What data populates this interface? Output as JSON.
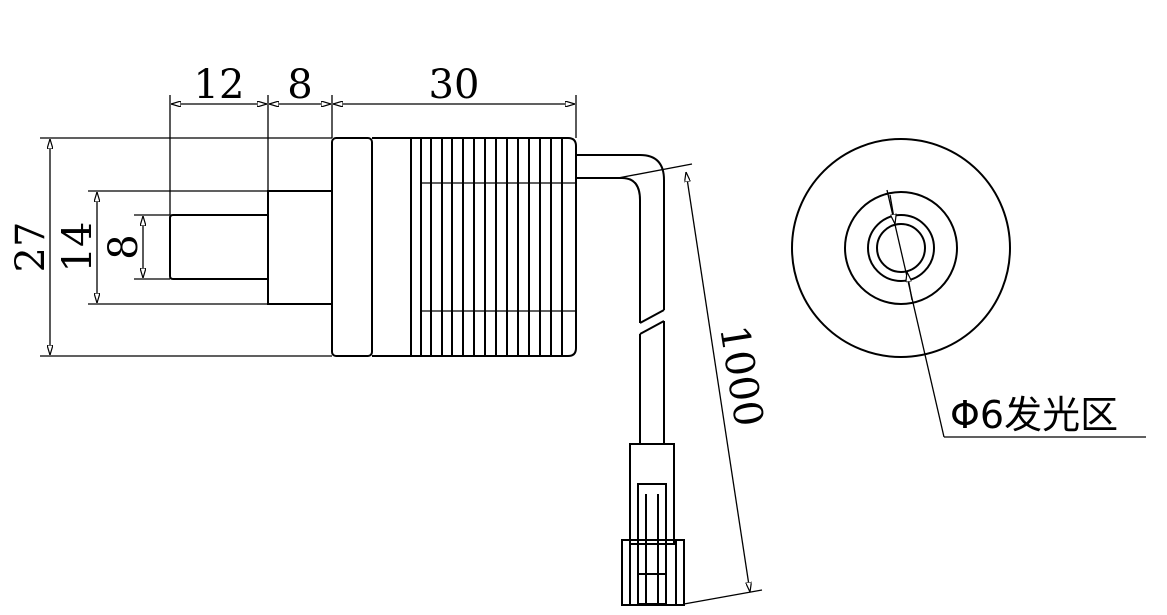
{
  "side_view": {
    "dimensions": {
      "length_rear": "12",
      "length_mid": "8",
      "length_body": "30",
      "dia_outer": "27",
      "dia_mid": "14",
      "dia_rear": "8",
      "cable_length": "1000"
    }
  },
  "front_view": {
    "emitting_area_label": "Φ6发光区"
  }
}
